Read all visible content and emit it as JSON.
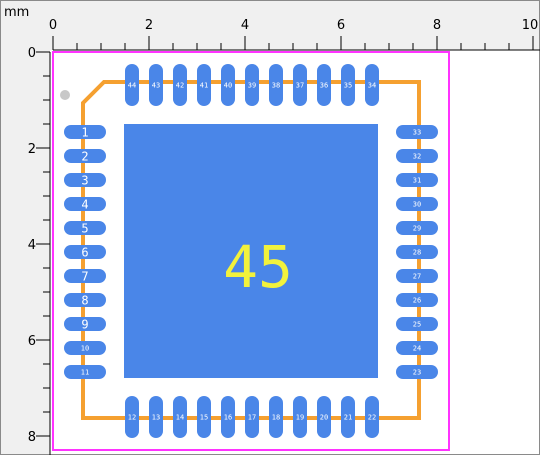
{
  "ruler": {
    "unit": "mm",
    "top_labels": [
      "0",
      "2",
      "4",
      "6",
      "8",
      "10"
    ],
    "left_labels": [
      "0",
      "2",
      "4",
      "6",
      "8"
    ]
  },
  "footprint": {
    "center_pad_number": "45",
    "pin_one_dot": true,
    "colors": {
      "pad": "#4a86e8",
      "silkscreen": "#f5a030",
      "courtyard": "#ff33ff",
      "center_text": "#f2f23c",
      "pin_text": "#ffffff",
      "background": "#ffffff",
      "dot": "#c8c8c8"
    },
    "left_pins": [
      "1",
      "2",
      "3",
      "4",
      "5",
      "6",
      "7",
      "8",
      "9",
      "10",
      "11"
    ],
    "bottom_pins": [
      "12",
      "13",
      "14",
      "15",
      "16",
      "17",
      "18",
      "19",
      "20",
      "21",
      "22"
    ],
    "right_pins": [
      "23",
      "24",
      "25",
      "26",
      "27",
      "28",
      "29",
      "30",
      "31",
      "32",
      "33"
    ],
    "top_pins": [
      "34",
      "35",
      "36",
      "37",
      "38",
      "39",
      "40",
      "41",
      "42",
      "43",
      "44"
    ]
  }
}
